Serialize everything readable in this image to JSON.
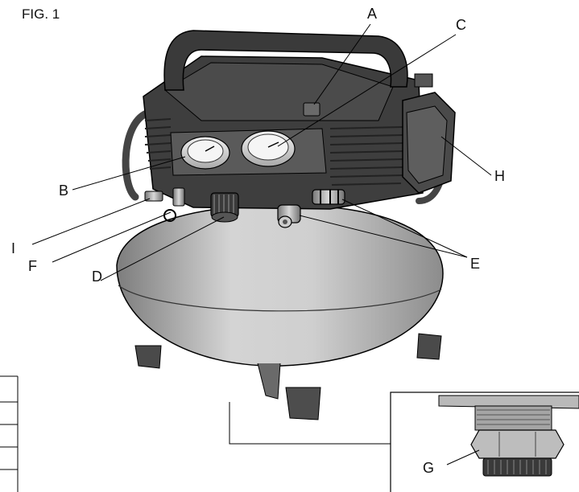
{
  "figure": {
    "title": "FIG. 1",
    "callouts": {
      "a": "A",
      "b": "B",
      "c": "C",
      "d": "D",
      "e": "E",
      "f": "F",
      "g": "G",
      "h": "H",
      "i": "I"
    }
  },
  "colors": {
    "body_dark": "#3d3d3d",
    "body_mid": "#555555",
    "tank_light": "#c8c8c8",
    "tank_shadow": "#8a8a8a",
    "line": "#000000"
  }
}
